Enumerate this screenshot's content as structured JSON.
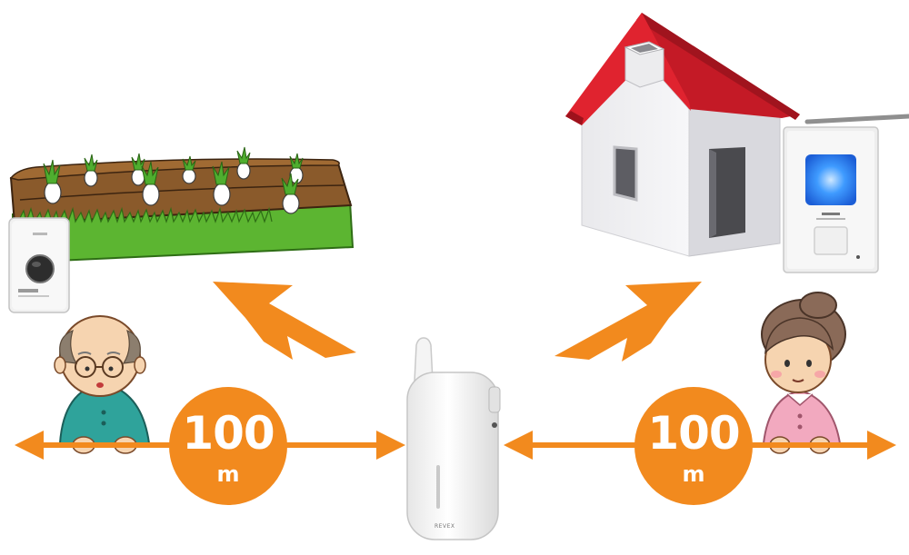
{
  "colors": {
    "accent": "#f28a1e",
    "roof": "#d81e2c",
    "field_grass": "#5cb531",
    "field_soil": "#8a5a2b",
    "device_body": "#f3f3f3",
    "receiver_light": "#2b8cff"
  },
  "left_range": {
    "value": "100",
    "unit": "m"
  },
  "right_range": {
    "value": "100",
    "unit": "m"
  },
  "receiver": {
    "brand": "REVEX"
  },
  "icons": [
    "vegetable-field",
    "push-button-transmitter",
    "house",
    "chime-receiver",
    "old-man",
    "old-woman",
    "lightning-bolt",
    "double-arrow",
    "portable-receiver"
  ]
}
